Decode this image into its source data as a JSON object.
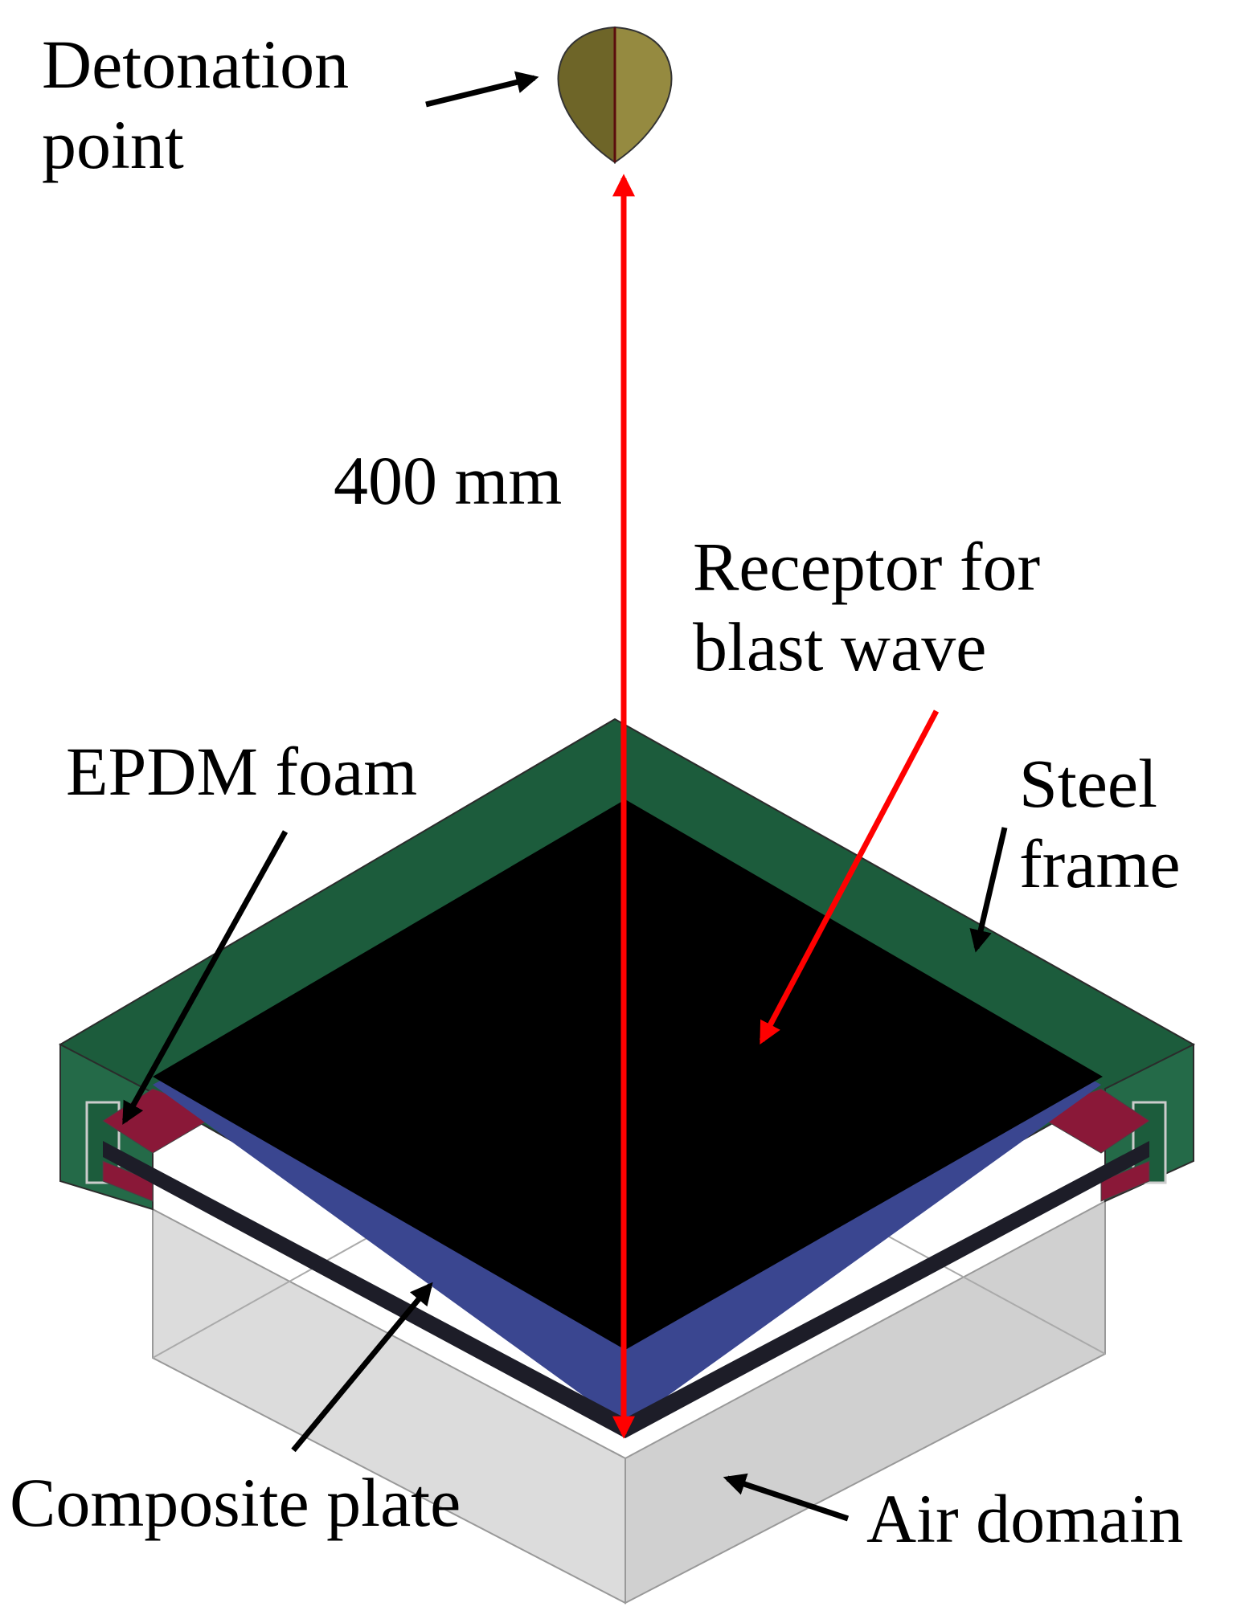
{
  "labels": {
    "detonation_line1": "Detonation",
    "detonation_line2": "point",
    "distance": "400 mm",
    "receptor_line1": "Receptor for",
    "receptor_line2": "blast wave",
    "epdm": "EPDM foam",
    "steel_line1": "Steel",
    "steel_line2": "frame",
    "composite": "Composite plate",
    "air": "Air domain"
  },
  "colors": {
    "steel_frame": "#1c5c3c",
    "steel_frame_side": "#236a47",
    "receptor": "#000000",
    "composite_plate": "#3a4690",
    "epdm_foam": "#8a1838",
    "air_domain": "#d2d2d2",
    "charge": "#8c8038",
    "dimension_line": "#ff0000",
    "leader": "#000000"
  }
}
